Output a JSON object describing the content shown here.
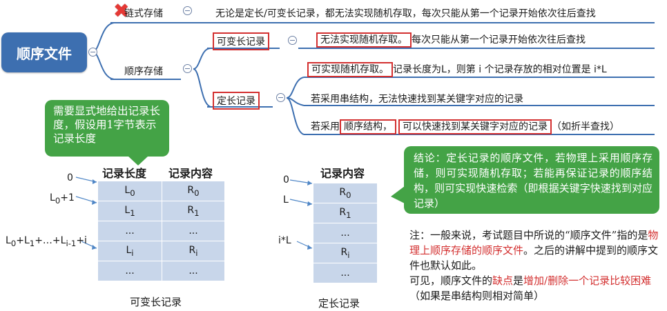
{
  "mindmap": {
    "root": "顺序文件",
    "branch_chain": "链式存储",
    "chain_desc": "无论是定长/可变长记录，都无法实现随机存取，每次只能从第一个记录开始依次往后查找",
    "branch_seq": "顺序存储",
    "var_len": "可变长记录",
    "var_desc_boxed": "无法实现随机存取。",
    "var_desc_rest": "每次只能从第一个记录开始依次往后查找",
    "fixed_len": "定长记录",
    "fixed_desc1_boxed": "可实现随机存取。",
    "fixed_desc1_rest": "记录长度为L，则第 i 个记录存放的相对位置是 i*L",
    "fixed_desc2": "若采用串结构，无法快速找到某关键字对应的记录",
    "fixed_desc3_pre": "若采用",
    "fixed_desc3_box1": "顺序结构，",
    "fixed_desc3_box2": "可以快速找到某关键字对应的记录",
    "fixed_desc3_post": "（如折半查找）"
  },
  "callout_left": "需要显式地给出记录长度，假设用1字节表示记录长度",
  "callout_right": "结论：定长记录的顺序文件，若物理上采用顺序存储，则可实现随机存取；若能再保证记录的顺序结构，则可实现快速检索（即根据关键字快速找到对应记录）",
  "var_table": {
    "header_len": "记录长度",
    "header_content": "记录内容",
    "caption": "可变长记录",
    "offsets": [
      "0",
      "L0+1",
      "L0+L1+...+Li-1+i"
    ],
    "rows": [
      [
        "L0",
        "R0"
      ],
      [
        "L1",
        "R1"
      ],
      [
        "...",
        "..."
      ],
      [
        "Li",
        "Ri"
      ],
      [
        "...",
        "..."
      ]
    ]
  },
  "fixed_table": {
    "header_content": "记录内容",
    "caption": "定长记录",
    "offsets": [
      "0",
      "L",
      "i*L"
    ],
    "rows": [
      "R0",
      "R1",
      "...",
      "Ri",
      "..."
    ]
  },
  "note": {
    "p1": "注：一般来说，考试题目中所说的“顺序文件”指的是",
    "p1_red": "物理上顺序存储的顺序文件",
    "p1_end": "。之后的讲解中提到的顺序文件也默认如此。",
    "p2": "可见，顺序文件的",
    "p2_red1": "缺点",
    "p2_mid": "是",
    "p2_red2": "增加/删除一个记录比较困难",
    "p2_end": "（如果是串结构则相对简单）"
  },
  "colors": {
    "root_bg": "#3d6fb0",
    "callout_bg": "#44a346",
    "table_cell": "#c8d6ea",
    "highlight_red": "#d32f2f"
  }
}
